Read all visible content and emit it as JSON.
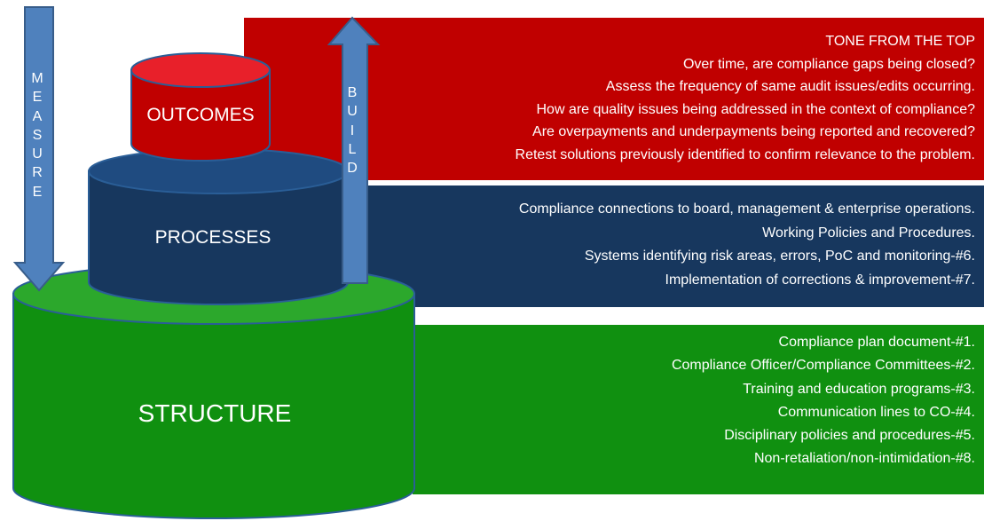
{
  "tiers": {
    "outcomes": {
      "label": "OUTCOMES",
      "color": "#c00000",
      "heading": "TONE FROM THE TOP",
      "items": [
        "Over time, are compliance gaps being closed?",
        "Assess the frequency of same audit issues/edits occurring.",
        "How are quality issues being addressed in the context of compliance?",
        "Are overpayments and underpayments being reported and recovered?",
        "Retest solutions previously identified to confirm relevance to the problem."
      ]
    },
    "processes": {
      "label": "PROCESSES",
      "color": "#17375e",
      "items": [
        "Compliance connections to board, management & enterprise operations.",
        "Working Policies and Procedures.",
        "Systems identifying risk areas, errors, PoC and monitoring-#6.",
        "Implementation of corrections & improvement-#7."
      ]
    },
    "structure": {
      "label": "STRUCTURE",
      "color": "#109010",
      "items": [
        "Compliance plan document-#1.",
        "Compliance Officer/Compliance Committees-#2.",
        "Training and education programs-#3.",
        "Communication lines to CO-#4.",
        "Disciplinary policies and procedures-#5.",
        "Non-retaliation/non-intimidation-#8."
      ]
    }
  },
  "arrows": {
    "measure": {
      "letters": [
        "M",
        "E",
        "A",
        "S",
        "U",
        "R",
        "E"
      ],
      "color": "#4f81bd"
    },
    "build": {
      "letters": [
        "B",
        "U",
        "I",
        "L",
        "D"
      ],
      "color": "#4f81bd"
    }
  }
}
